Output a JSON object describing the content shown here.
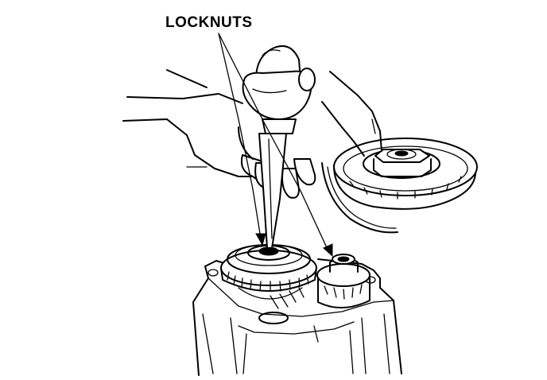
{
  "diagram": {
    "callout_label": "LOCKNUTS",
    "colors": {
      "ink": "#000000",
      "paper": "#ffffff"
    },
    "parts": [
      "hammer",
      "punch",
      "left-hand",
      "right-hand",
      "detail-locknut-inset",
      "transmission-case",
      "mainshaft-gear-assembly",
      "countershaft-locknut"
    ]
  }
}
